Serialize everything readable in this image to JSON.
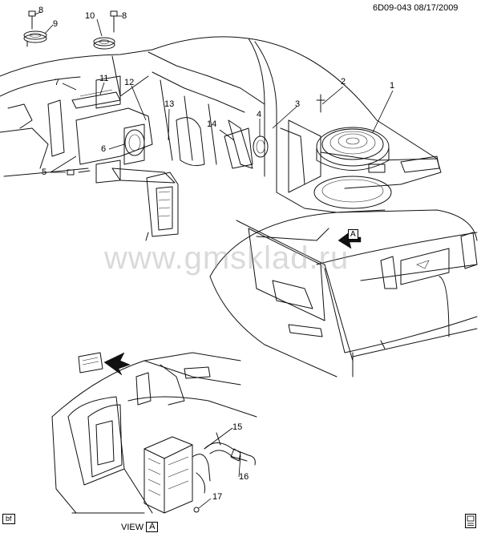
{
  "header": {
    "code": "6D09-043  08/17/2009"
  },
  "watermark": "www.gmsklad.ru",
  "callouts": [
    "1",
    "2",
    "3",
    "4",
    "5",
    "6",
    "7",
    "8",
    "8",
    "9",
    "10",
    "11",
    "12",
    "13",
    "14",
    "15",
    "16",
    "17"
  ],
  "view_label": "VIEW",
  "view_letter": "A",
  "ref_letter": "A",
  "corner_tag": "bf",
  "icons": [
    "view-arrow-icon",
    "reference-arrow-icon",
    "publisher-logo-icon"
  ]
}
